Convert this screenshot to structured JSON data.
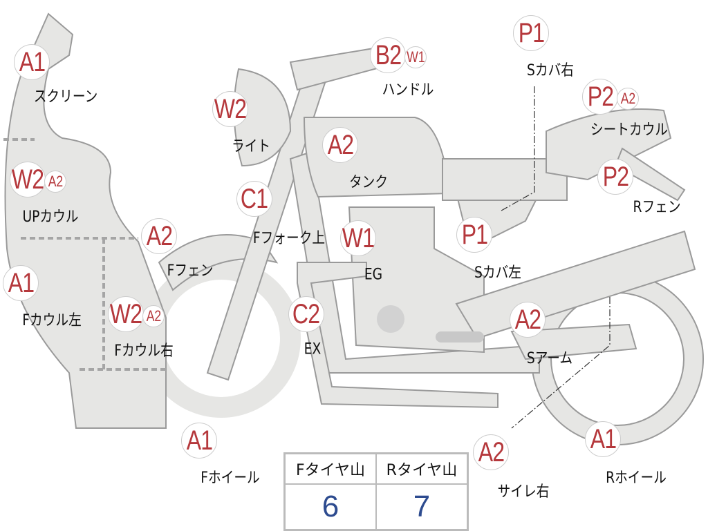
{
  "parts": [
    {
      "grade": "A1",
      "label": "スクリーン"
    },
    {
      "grade": "W2",
      "sub": "A2",
      "label": "UPカウル"
    },
    {
      "grade": "A1",
      "label": "Fカウル左"
    },
    {
      "grade": "W2",
      "sub": "A2",
      "label": "Fカウル右"
    },
    {
      "grade": "A2",
      "label": "Fフェン"
    },
    {
      "grade": "W2",
      "label": "ライト"
    },
    {
      "grade": "C1",
      "label": "Fフォーク上"
    },
    {
      "grade": "B2",
      "sub": "W1",
      "label": "ハンドル"
    },
    {
      "grade": "A2",
      "label": "タンク"
    },
    {
      "grade": "W1",
      "label": "EG"
    },
    {
      "grade": "C2",
      "label": "EX"
    },
    {
      "grade": "A1",
      "label": "Fホイール"
    },
    {
      "grade": "P1",
      "label": "Sカバ右"
    },
    {
      "grade": "P2",
      "sub": "A2",
      "label": "シートカウル"
    },
    {
      "grade": "P2",
      "label": "Rフェン"
    },
    {
      "grade": "P1",
      "label": "Sカバ左"
    },
    {
      "grade": "A2",
      "label": "Sアーム"
    },
    {
      "grade": "A2",
      "label": "サイレ右"
    },
    {
      "grade": "A1",
      "label": "Rホイール"
    }
  ],
  "tire_table": {
    "front_header": "Fタイヤ山",
    "rear_header": "Rタイヤ山",
    "front_value": "6",
    "rear_value": "7"
  }
}
